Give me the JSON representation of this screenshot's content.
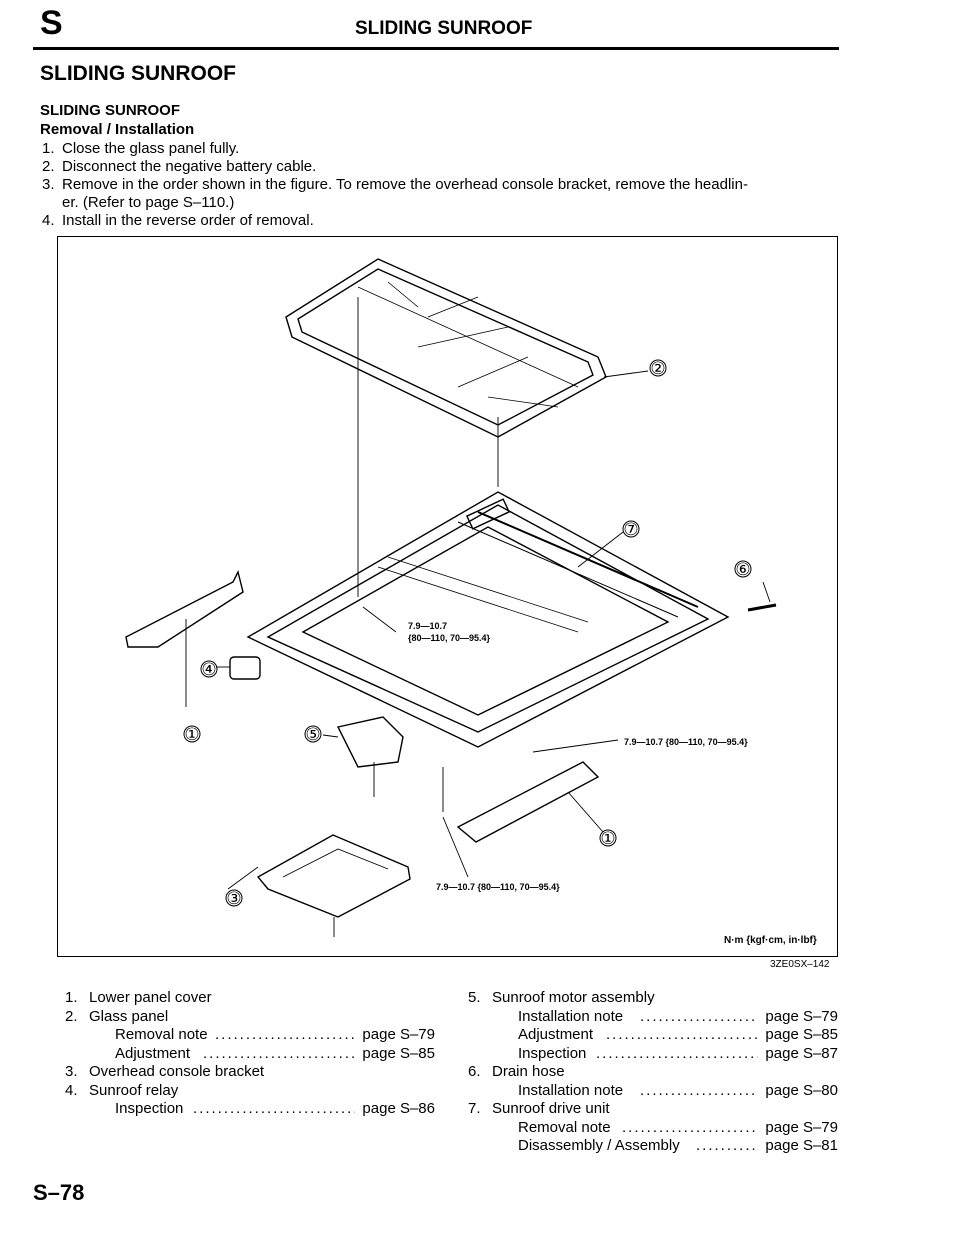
{
  "header": {
    "section_letter": "S",
    "running_title": "SLIDING SUNROOF"
  },
  "section_title": "SLIDING SUNROOF",
  "subheading": "SLIDING SUNROOF",
  "procedure_title": "Removal / Installation",
  "steps": [
    {
      "num": "1.",
      "text": "Close the glass panel fully."
    },
    {
      "num": "2.",
      "text": "Disconnect the negative battery cable."
    },
    {
      "num": "3.",
      "text": "Remove in the order shown in the figure. To remove the overhead console bracket, remove the headlin-"
    },
    {
      "num": "",
      "text": "er. (Refer to page S–110.)"
    },
    {
      "num": "4.",
      "text": "Install in the reverse order of removal."
    }
  ],
  "figure": {
    "callouts": [
      "①",
      "②",
      "③",
      "④",
      "⑤",
      "⑥",
      "⑦"
    ],
    "torque_1": "7.9—10.7",
    "torque_1b": "{80—110, 70—95.4}",
    "torque_2": "7.9—10.7 {80—110, 70—95.4}",
    "torque_3": "7.9—10.7 {80—110, 70—95.4}",
    "unit": "N·m {kgf·cm, in·lbf}",
    "code": "3ZE0SX–142"
  },
  "legend_left": [
    {
      "n": "1.",
      "t": "Lower panel cover"
    },
    {
      "n": "2.",
      "t": "Glass panel"
    },
    {
      "sub": "Removal note",
      "pg": "page S–79"
    },
    {
      "sub": "Adjustment",
      "pg": "page S–85"
    },
    {
      "n": "3.",
      "t": "Overhead console bracket"
    },
    {
      "n": "4.",
      "t": "Sunroof relay"
    },
    {
      "sub": "Inspection",
      "pg": "page S–86"
    }
  ],
  "legend_right": [
    {
      "n": "5.",
      "t": "Sunroof motor assembly"
    },
    {
      "sub": "Installation note",
      "pg": "page S–79"
    },
    {
      "sub": "Adjustment",
      "pg": "page S–85"
    },
    {
      "sub": "Inspection",
      "pg": "page S–87"
    },
    {
      "n": "6.",
      "t": "Drain hose"
    },
    {
      "sub": "Installation note",
      "pg": "page S–80"
    },
    {
      "n": "7.",
      "t": "Sunroof drive unit"
    },
    {
      "sub": "Removal note",
      "pg": "page S–79"
    },
    {
      "sub": "Disassembly / Assembly",
      "pg": "page S–81"
    }
  ],
  "page_number": "S–78"
}
